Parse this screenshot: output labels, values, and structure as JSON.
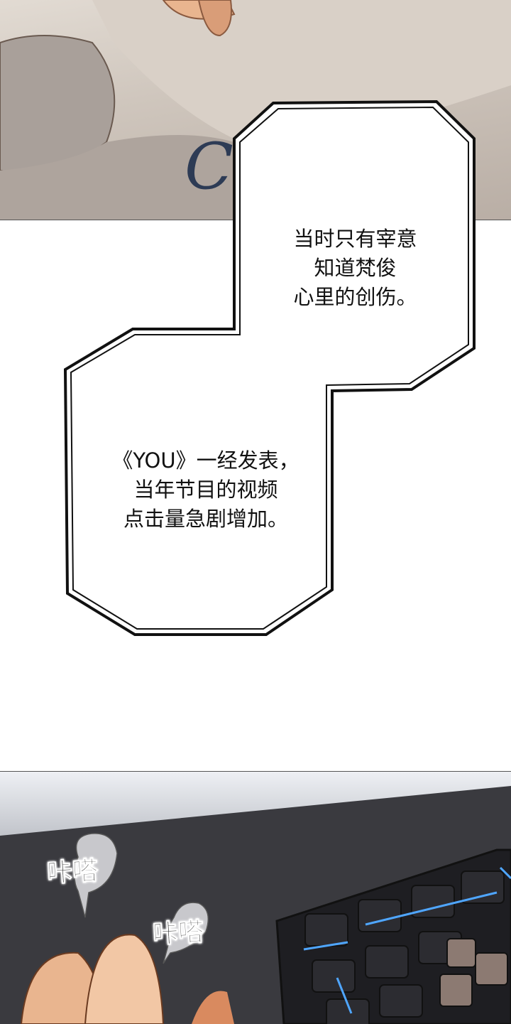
{
  "panels": {
    "top": {
      "shirt_logo": "Cloud"
    },
    "captions": {
      "bubble1": [
        "当时只有宰意",
        "知道梵俊",
        "心里的创伤。"
      ],
      "bubble2": [
        "《YOU》一经发表，",
        "当年节目的视频",
        "点击量急剧增加。"
      ]
    },
    "bottom": {
      "sfx1": "咔嗒",
      "sfx2": "咔嗒"
    }
  },
  "colors": {
    "keyboard_backlight": "#4fa6ff",
    "skin": "#e9b58f"
  }
}
